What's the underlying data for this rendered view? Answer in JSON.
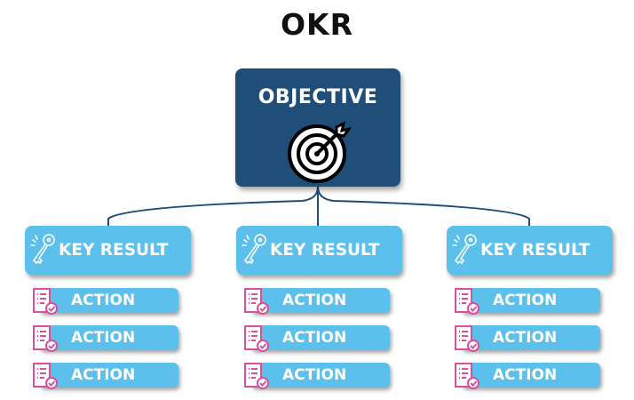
{
  "title": "OKR",
  "objective": {
    "label": "OBJECTIVE",
    "icon": "target-icon"
  },
  "key_results": [
    {
      "label": "KEY RESULT",
      "icon": "key-icon",
      "actions": [
        {
          "label": "ACTION"
        },
        {
          "label": "ACTION"
        },
        {
          "label": "ACTION"
        }
      ]
    },
    {
      "label": "KEY RESULT",
      "icon": "key-icon",
      "actions": [
        {
          "label": "ACTION"
        },
        {
          "label": "ACTION"
        },
        {
          "label": "ACTION"
        }
      ]
    },
    {
      "label": "KEY RESULT",
      "icon": "key-icon",
      "actions": [
        {
          "label": "ACTION"
        },
        {
          "label": "ACTION"
        },
        {
          "label": "ACTION"
        }
      ]
    }
  ],
  "action_icon": "checklist-icon",
  "colors": {
    "objective": "#1f4e79",
    "key_result": "#5bc0ec",
    "action": "#5bc0ec",
    "action_icon": "#d94f9a",
    "connector": "#1f4e79"
  }
}
